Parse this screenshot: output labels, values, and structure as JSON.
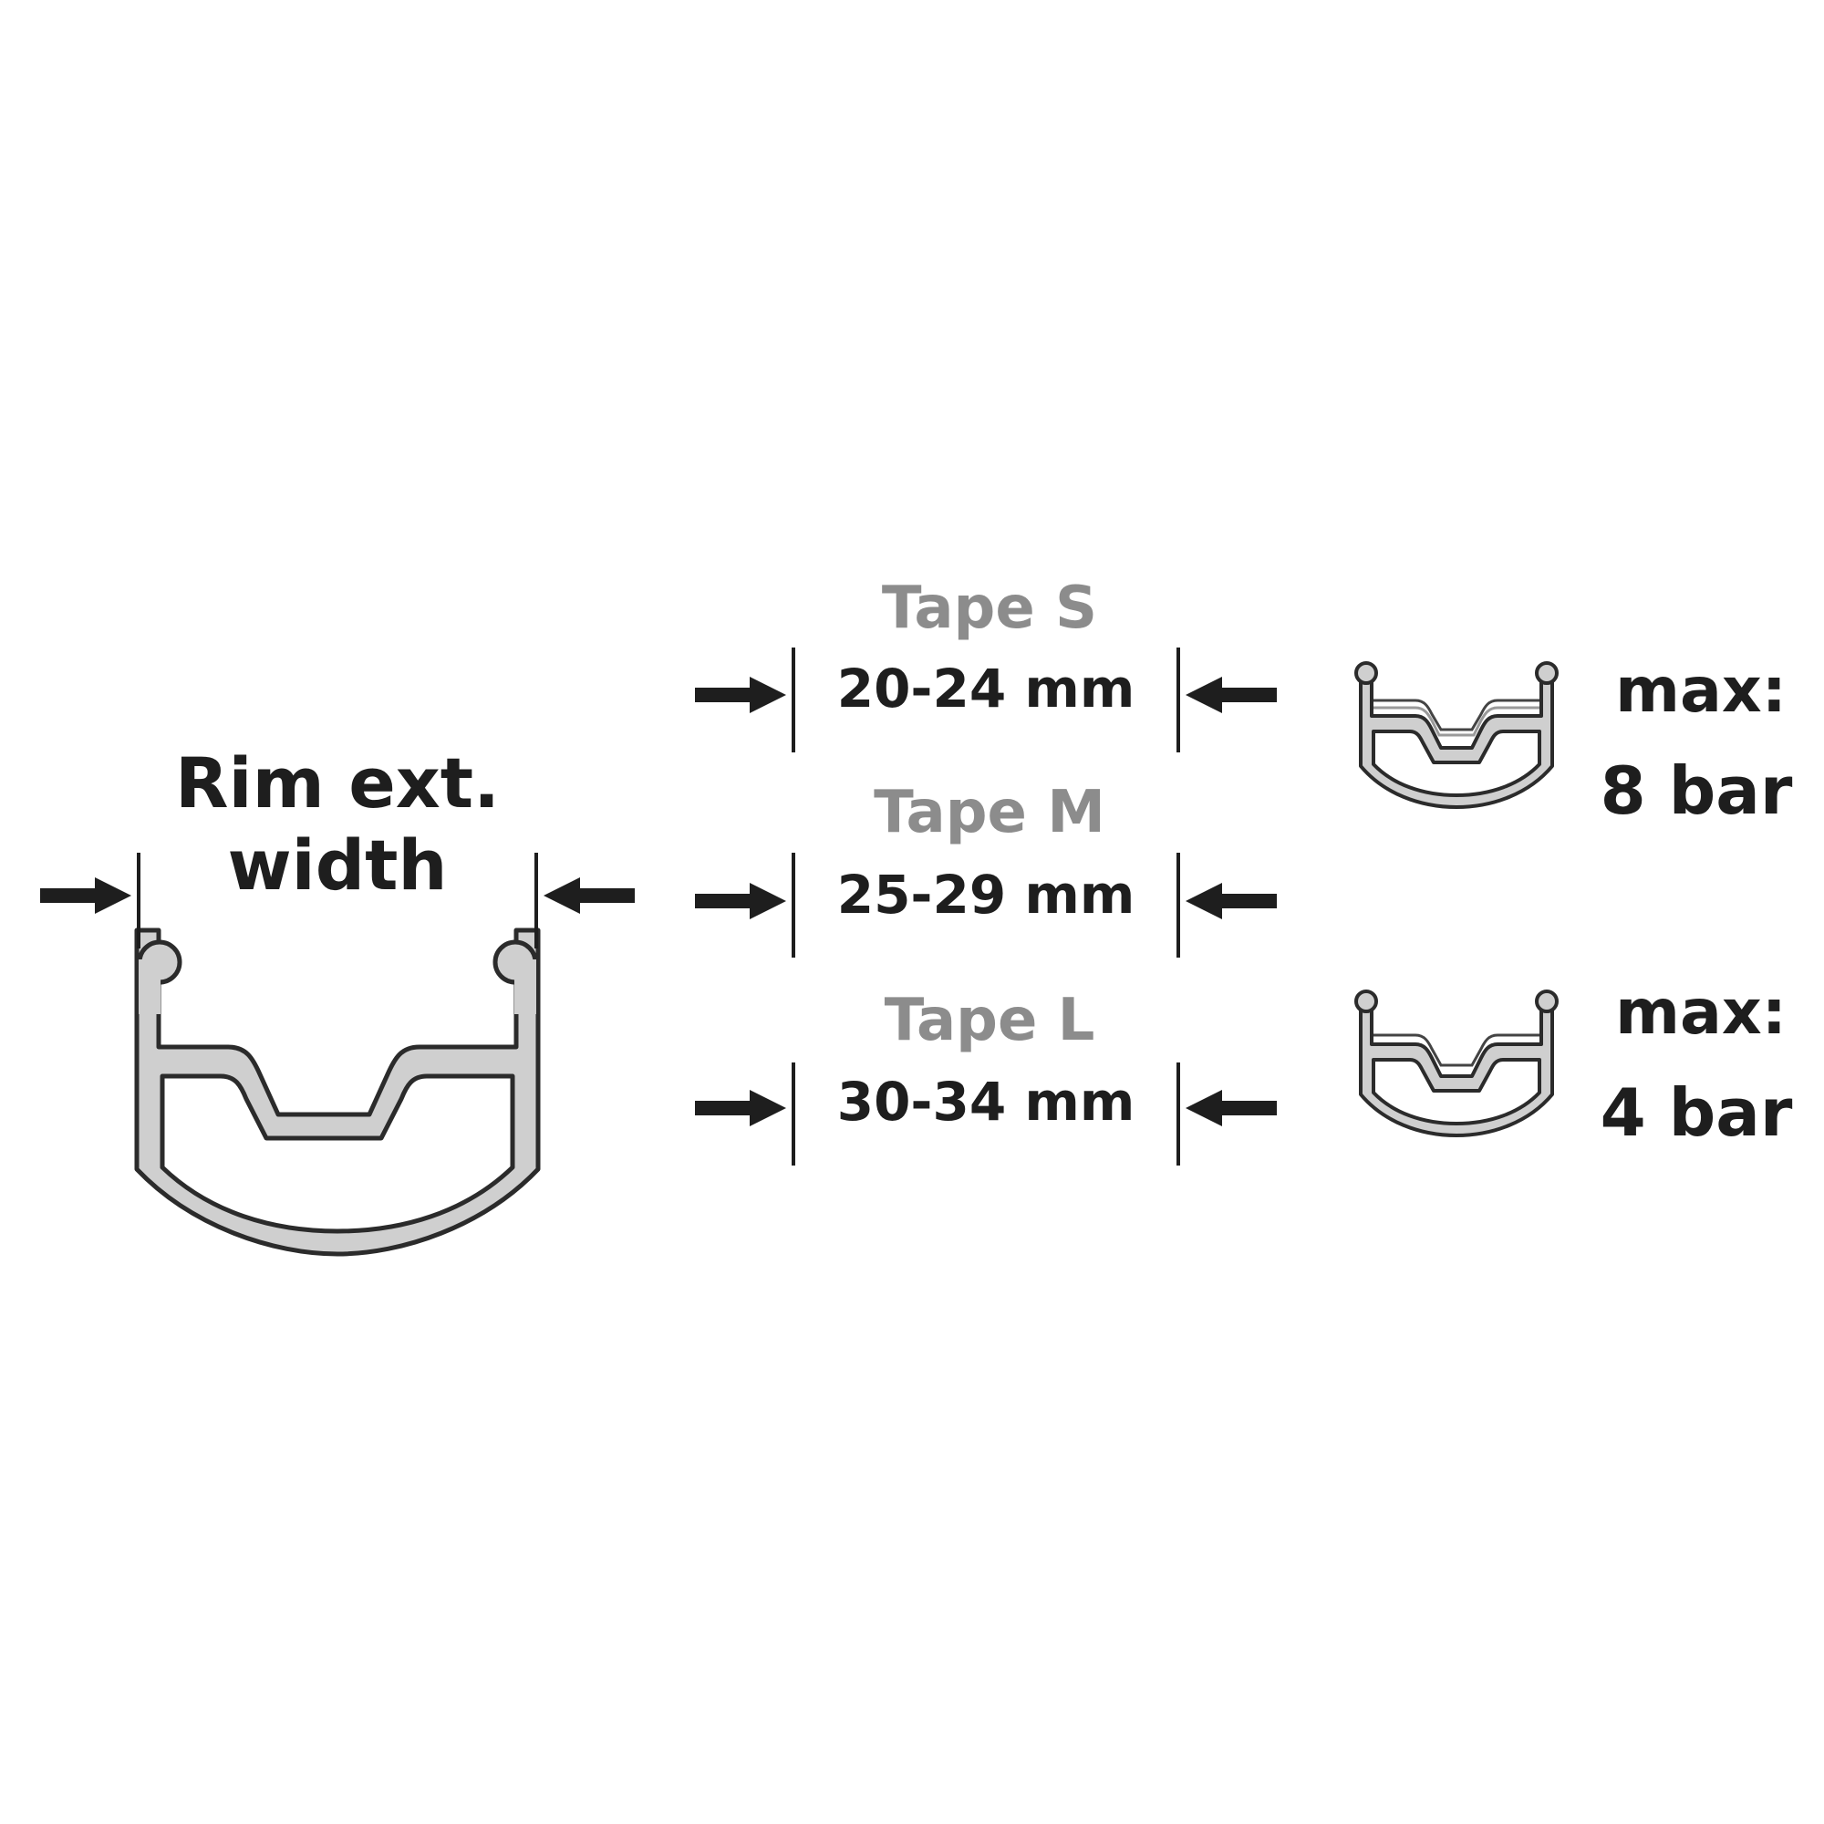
{
  "rim_label": {
    "line1": "Rim ext.",
    "line2": "width"
  },
  "tapes": [
    {
      "name": "Tape S",
      "range": "20-24 mm"
    },
    {
      "name": "Tape M",
      "range": "25-29 mm"
    },
    {
      "name": "Tape L",
      "range": "30-34 mm"
    }
  ],
  "pressures": [
    {
      "label": "max:",
      "value": "8 bar"
    },
    {
      "label": "max:",
      "value": "4 bar"
    }
  ],
  "colors": {
    "text_dark": "#1e1e1e",
    "text_grey": "#8c8c8c",
    "rim_fill": "#cfcfcf",
    "rim_stroke": "#2b2b2b"
  }
}
